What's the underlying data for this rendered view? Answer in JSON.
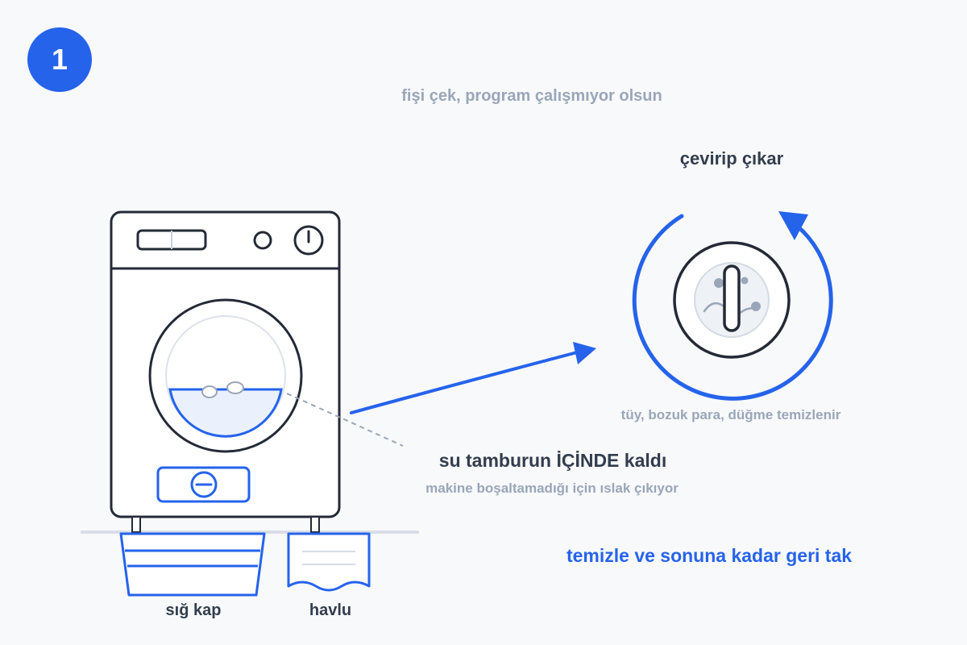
{
  "step_number": "1",
  "texts": {
    "unplug_hint": "fişi çek, program çalışmıyor olsun",
    "rotate_remove": "çevirip çıkar",
    "filter_cleans": "tüy, bozuk para, düğme temizlenir",
    "water_inside": "su tamburun İÇİNDE kaldı",
    "water_reason": "makine boşaltamadığı için ıslak çıkıyor",
    "final_action": "temizle ve sonuna kadar geri tak",
    "bowl_label": "sığ kap",
    "towel_label": "havlu"
  },
  "colors": {
    "accent": "#2563eb",
    "outline": "#242a36",
    "muted": "#9aa6b8",
    "background": "#f8f9fb"
  },
  "icons": [
    "washing-machine-icon",
    "filter-cap-icon",
    "rotate-arrow-icon",
    "shallow-bowl-icon",
    "towel-icon"
  ]
}
